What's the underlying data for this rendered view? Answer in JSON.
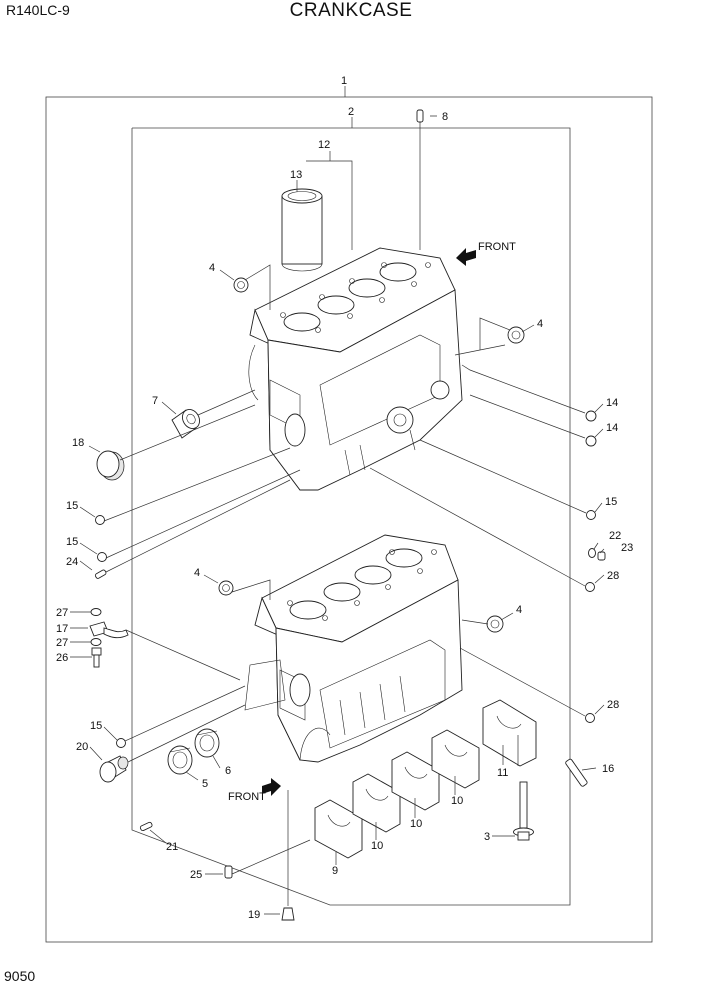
{
  "header": {
    "model": "R140LC-9",
    "title": "CRANKCASE"
  },
  "footer": {
    "page_number": "9050"
  },
  "labels": {
    "front_top": "FRONT",
    "front_bottom": "FRONT"
  },
  "callouts": [
    {
      "id": "c1",
      "text": "1"
    },
    {
      "id": "c2",
      "text": "2"
    },
    {
      "id": "c8",
      "text": "8"
    },
    {
      "id": "c12",
      "text": "12"
    },
    {
      "id": "c13",
      "text": "13"
    },
    {
      "id": "c4a",
      "text": "4"
    },
    {
      "id": "c4b",
      "text": "4"
    },
    {
      "id": "c7",
      "text": "7"
    },
    {
      "id": "c18",
      "text": "18"
    },
    {
      "id": "c14a",
      "text": "14"
    },
    {
      "id": "c14b",
      "text": "14"
    },
    {
      "id": "c15a",
      "text": "15"
    },
    {
      "id": "c15b",
      "text": "15"
    },
    {
      "id": "c15c",
      "text": "15"
    },
    {
      "id": "c15d",
      "text": "15"
    },
    {
      "id": "c22",
      "text": "22"
    },
    {
      "id": "c23",
      "text": "23"
    },
    {
      "id": "c24",
      "text": "24"
    },
    {
      "id": "c28a",
      "text": "28"
    },
    {
      "id": "c28b",
      "text": "28"
    },
    {
      "id": "c4c",
      "text": "4"
    },
    {
      "id": "c4d",
      "text": "4"
    },
    {
      "id": "c27a",
      "text": "27"
    },
    {
      "id": "c17",
      "text": "17"
    },
    {
      "id": "c27b",
      "text": "27"
    },
    {
      "id": "c26",
      "text": "26"
    },
    {
      "id": "c20",
      "text": "20"
    },
    {
      "id": "c5",
      "text": "5"
    },
    {
      "id": "c6",
      "text": "6"
    },
    {
      "id": "c11",
      "text": "11"
    },
    {
      "id": "c16",
      "text": "16"
    },
    {
      "id": "c10a",
      "text": "10"
    },
    {
      "id": "c10b",
      "text": "10"
    },
    {
      "id": "c10c",
      "text": "10"
    },
    {
      "id": "c3",
      "text": "3"
    },
    {
      "id": "c9",
      "text": "9"
    },
    {
      "id": "c21",
      "text": "21"
    },
    {
      "id": "c25",
      "text": "25"
    },
    {
      "id": "c19",
      "text": "19"
    }
  ]
}
